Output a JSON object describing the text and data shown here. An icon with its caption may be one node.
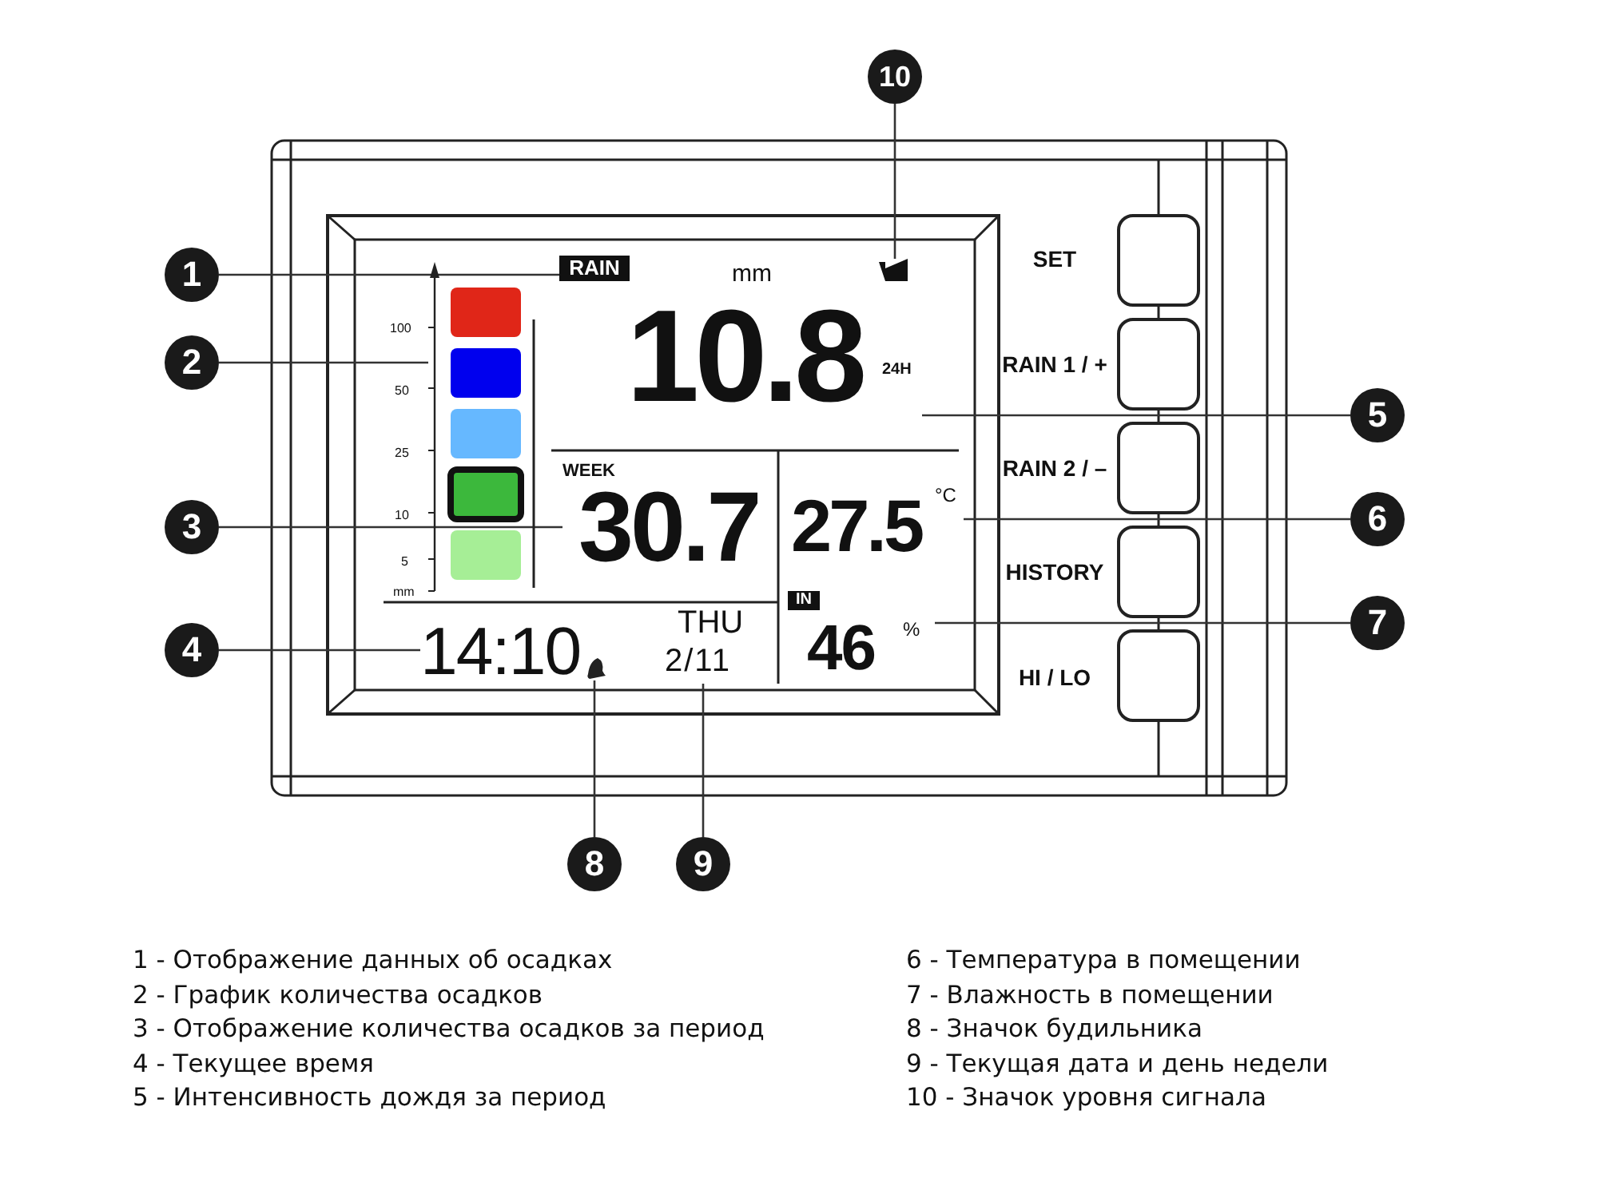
{
  "diagram": {
    "nodes": [
      {
        "text": [
          "1"
        ]
      },
      {
        "text": [
          "RAIN"
        ]
      },
      {
        "text": [
          "2"
        ]
      },
      {
        "text": [],
        "shape": "bar"
      },
      {
        "text": [
          "3"
        ]
      },
      {
        "text": [
          "WEEK",
          "30.7"
        ]
      },
      {
        "text": [
          "4"
        ]
      },
      {
        "text": [
          "14:10"
        ]
      },
      {
        "text": [
          "5"
        ]
      },
      {
        "text": [
          "10.8",
          "24H"
        ]
      },
      {
        "text": [
          "6"
        ]
      },
      {
        "text": [
          "27.5",
          "°C"
        ]
      },
      {
        "text": [
          "7"
        ]
      },
      {
        "text": [
          "IN",
          "46",
          "%"
        ]
      },
      {
        "text": [
          "8"
        ]
      },
      {
        "text": [],
        "shape": "bell"
      },
      {
        "text": [
          "9"
        ]
      },
      {
        "text": [
          "THU",
          "2/11"
        ]
      },
      {
        "text": [
          "10"
        ]
      },
      {
        "text": [],
        "shape": "triangle"
      }
    ],
    "edges": [
      {
        "from": 0,
        "to": 1,
        "arrow": "none"
      },
      {
        "from": 2,
        "to": 3,
        "arrow": "none"
      },
      {
        "from": 4,
        "to": 5,
        "arrow": "none"
      },
      {
        "from": 6,
        "to": 7,
        "arrow": "none"
      },
      {
        "from": 8,
        "to": 9,
        "arrow": "none"
      },
      {
        "from": 10,
        "to": 11,
        "arrow": "none"
      },
      {
        "from": 12,
        "to": 13,
        "arrow": "none"
      },
      {
        "from": 14,
        "to": 15,
        "arrow": "none"
      },
      {
        "from": 16,
        "to": 17,
        "arrow": "none"
      },
      {
        "from": 18,
        "to": 19,
        "arrow": "none"
      }
    ],
    "labels": [
      "mm",
      "100",
      "50",
      "25",
      "10",
      "5",
      "mm",
      "SET",
      "RAIN 1 / +",
      "RAIN 2 / –",
      "HISTORY",
      "HI / LO",
      "1 - Отображение данных об осадках",
      "2 - График количества осадков",
      "3 - Отображение количества осадков за период",
      "4 - Текущее время",
      "5 - Интенсивность дождя за период",
      "6 - Температура в помещении",
      "7 - Влажность в помещении",
      "8 - Значок будильника",
      "9 - Текущая дата и день недели",
      "10 - Значок уровня сигнала"
    ]
  }
}
